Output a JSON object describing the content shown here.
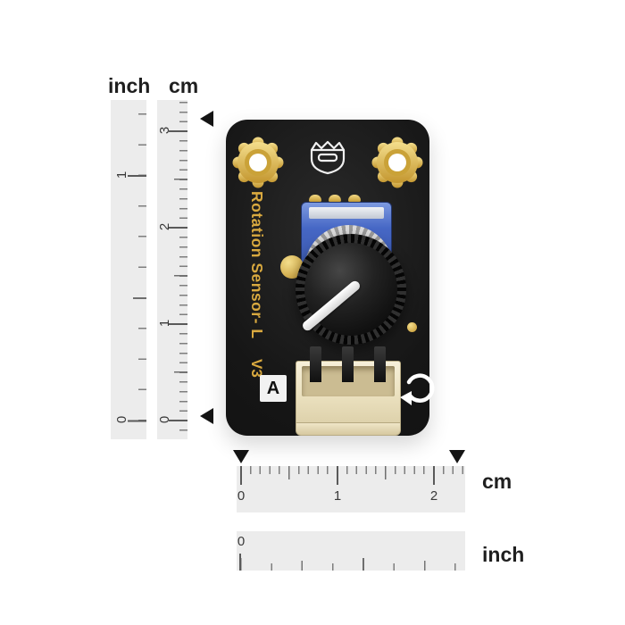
{
  "image": {
    "description": "Rotation sensor module product photo with inch/cm measurement rulers",
    "background": "#ffffff"
  },
  "rulers": {
    "vertical": {
      "inch_label": "inch",
      "cm_label": "cm",
      "inch_numbers": [
        "1",
        "0"
      ],
      "cm_numbers": [
        "3",
        "2",
        "1",
        "0"
      ]
    },
    "horizontal": {
      "cm_label": "cm",
      "cm_numbers": [
        "0",
        "1",
        "2"
      ],
      "inch_label": "inch",
      "inch_numbers": [
        "0"
      ]
    }
  },
  "board": {
    "silkscreen_title": "Rotation Sensor- L",
    "silkscreen_version": "V3",
    "grade_marking": "A",
    "colors": {
      "pcb_black": "#141414",
      "silkscreen_gold": "#d9a93f",
      "potentiometer_blue": "#4667c5",
      "connector_cream": "#ede3c2",
      "knob_black": "#111111",
      "indicator_white": "#f5f5f5"
    }
  }
}
